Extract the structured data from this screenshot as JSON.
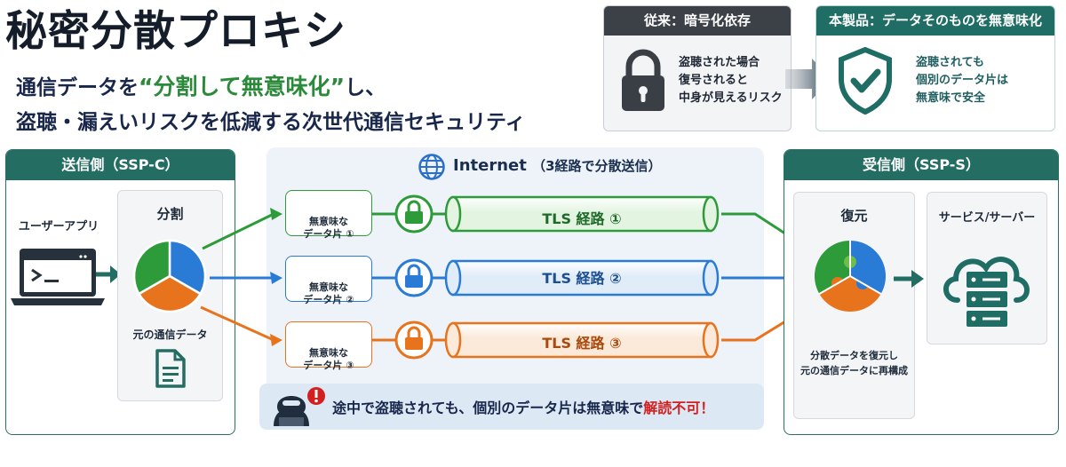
{
  "title": "秘密分散プロキシ",
  "subtitle": {
    "line1_pre": "通信データを",
    "line1_highlight": "“分割して無意味化”",
    "line1_post": "し、",
    "line2": "盗聴・漏えいリスクを低減する次世代通信セキュリティ"
  },
  "conventional": {
    "header": "従来：暗号化依存",
    "lines": [
      "盗聴された場合",
      "復号されると",
      "中身が見えるリスク"
    ],
    "icon": "padlock-icon"
  },
  "product": {
    "header": "本製品：データそのものを無意味化",
    "lines": [
      "盗聴されても",
      "個別のデータ片は",
      "無意味で安全"
    ],
    "icon": "shield-check-icon"
  },
  "sender": {
    "header": "送信側（SSP-C）",
    "app_label": "ユーザーアプリ",
    "split_label": "分割",
    "original_label": "元の通信データ"
  },
  "internet": {
    "title": "Internet",
    "title_note": "（3経路で分散送信）"
  },
  "routes": [
    {
      "fragment_label_1": "無意味な",
      "fragment_label_2": "データ片 ①",
      "tls_label": "TLS 経路 ①",
      "color": "#2e9b3a",
      "fill": "#e3f4e1"
    },
    {
      "fragment_label_1": "無意味な",
      "fragment_label_2": "データ片 ②",
      "tls_label": "TLS 経路 ②",
      "color": "#2a7bd6",
      "fill": "#e1ecf9"
    },
    {
      "fragment_label_1": "無意味な",
      "fragment_label_2": "データ片 ③",
      "tls_label": "TLS 経路 ③",
      "color": "#e8731d",
      "fill": "#fbe9d9"
    }
  ],
  "receiver": {
    "header": "受信側（SSP-S）",
    "restore_label": "復元",
    "restore_desc_1": "分散データを復元し",
    "restore_desc_2": "元の通信データに再構成",
    "server_label": "サービス/サーバー"
  },
  "warning": {
    "text": "途中で盗聴されても、個別のデータ片は無意味で",
    "emphasis": "解読不可！"
  },
  "colors": {
    "teal": "#236d62",
    "green": "#2e9b3a",
    "blue": "#2a7bd6",
    "orange": "#e8731d",
    "red": "#d21f1f"
  }
}
